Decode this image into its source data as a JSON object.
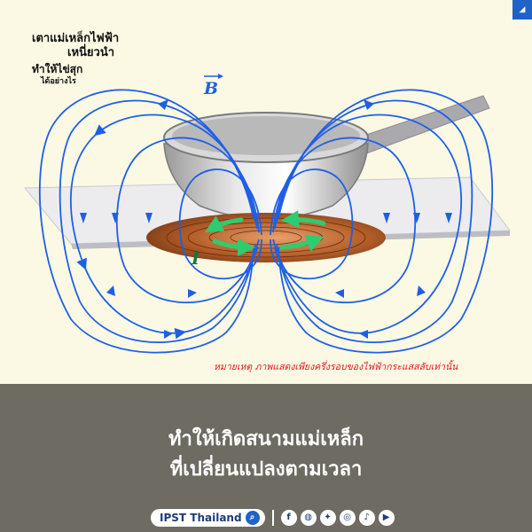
{
  "title": {
    "line1": "เตาแม่เหล็กไฟฟ้า",
    "line2": "เหนี่ยวนำ",
    "line3": "ทำให้ไข่สุก",
    "line4": "ได้อย่างไร"
  },
  "labels": {
    "field": "B",
    "current": "I"
  },
  "note": "หมายเหตุ ภาพแสดงเพียงครึ่งรอบของไฟฟ้ากระแสสลับเท่านั้น",
  "banner": {
    "line1": "ทำให้เกิดสนามแม่เหล็ก",
    "line2": "ที่เปลี่ยนแปลงตามเวลา"
  },
  "footer": {
    "brand": "IPST Thailand",
    "social_icons": [
      "facebook-icon",
      "line-icon",
      "twitter-icon",
      "instagram-icon",
      "tiktok-icon",
      "youtube-icon"
    ]
  },
  "colors": {
    "background": "#fbf9e4",
    "field_lines": "#1f5fe6",
    "current_arrows": "#2ecc71",
    "coil": "#b5602a",
    "banner": "#6d6b62",
    "note": "#e0161b"
  }
}
